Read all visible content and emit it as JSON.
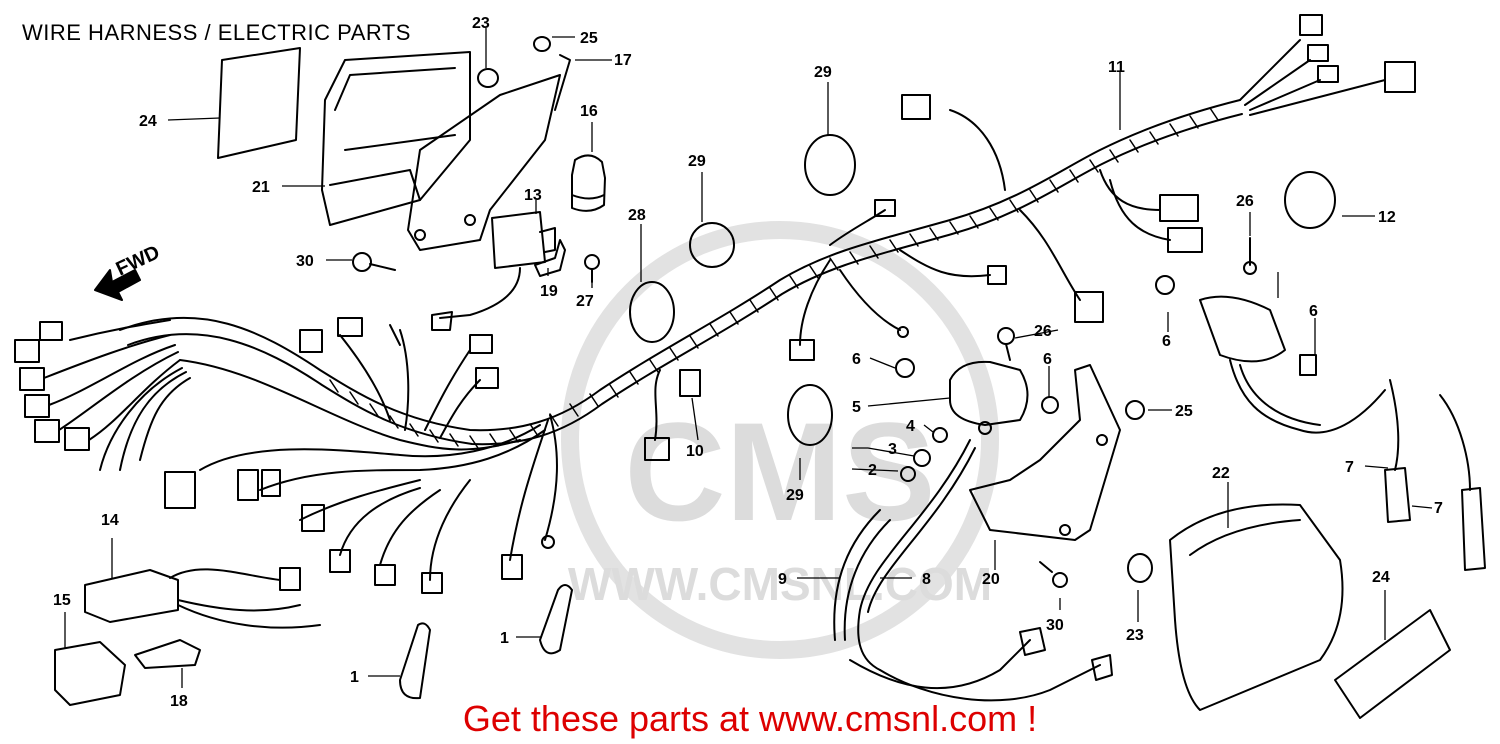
{
  "title": "WIRE HARNESS / ELECTRIC PARTS",
  "footer": "Get these parts at www.cmsnl.com !",
  "watermark": {
    "logo": "CMS",
    "url": "WWW.CMSNL.COM"
  },
  "direction_label": "FWD",
  "colors": {
    "line": "#000000",
    "footer": "#dd0000",
    "watermark": "#dcdcdc"
  },
  "callouts": [
    "1",
    "1",
    "2",
    "3",
    "4",
    "5",
    "6",
    "6",
    "6",
    "6",
    "7",
    "7",
    "8",
    "9",
    "10",
    "11",
    "12",
    "13",
    "14",
    "15",
    "16",
    "17",
    "18",
    "19",
    "20",
    "21",
    "22",
    "23",
    "23",
    "24",
    "24",
    "25",
    "25",
    "26",
    "26",
    "27",
    "28",
    "29",
    "29",
    "29",
    "30",
    "30"
  ]
}
